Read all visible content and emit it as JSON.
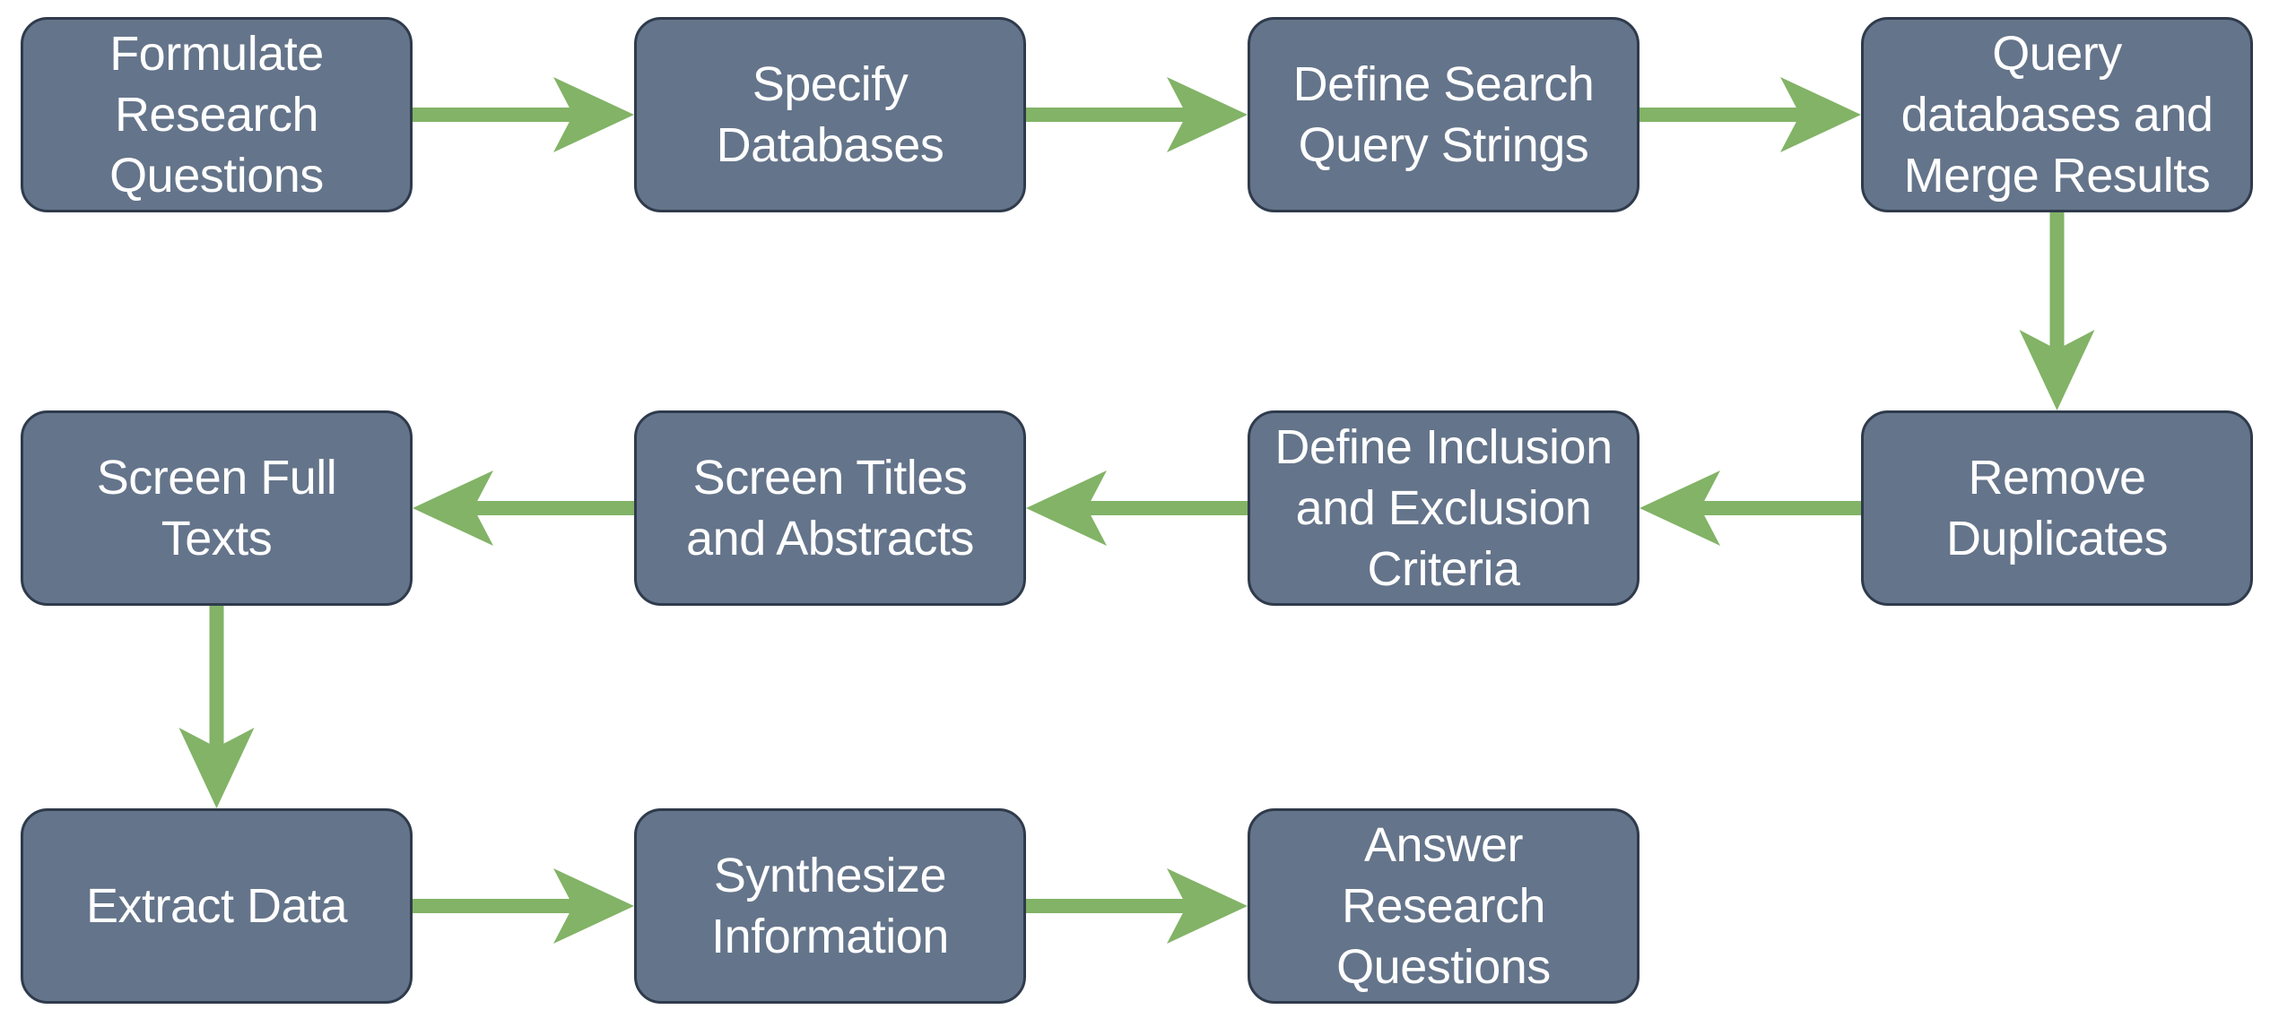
{
  "colors": {
    "node_fill": "#64748a",
    "node_border": "#2f3b4c",
    "node_text": "#ffffff",
    "arrow": "#82b366"
  },
  "steps": [
    {
      "id": "n1",
      "label": "Formulate\nResearch\nQuestions"
    },
    {
      "id": "n2",
      "label": "Specify\nDatabases"
    },
    {
      "id": "n3",
      "label": "Define Search\nQuery Strings"
    },
    {
      "id": "n4",
      "label": "Query\ndatabases and\nMerge Results"
    },
    {
      "id": "n5",
      "label": "Remove\nDuplicates"
    },
    {
      "id": "n6",
      "label": "Define Inclusion\nand Exclusion\nCriteria"
    },
    {
      "id": "n7",
      "label": "Screen Titles\nand Abstracts"
    },
    {
      "id": "n8",
      "label": "Screen Full\nTexts"
    },
    {
      "id": "n9",
      "label": "Extract Data"
    },
    {
      "id": "n10",
      "label": "Synthesize\nInformation"
    },
    {
      "id": "n11",
      "label": "Answer\nResearch\nQuestions"
    }
  ],
  "edges": [
    {
      "from": "n1",
      "to": "n2"
    },
    {
      "from": "n2",
      "to": "n3"
    },
    {
      "from": "n3",
      "to": "n4"
    },
    {
      "from": "n4",
      "to": "n5"
    },
    {
      "from": "n5",
      "to": "n6"
    },
    {
      "from": "n6",
      "to": "n7"
    },
    {
      "from": "n7",
      "to": "n8"
    },
    {
      "from": "n8",
      "to": "n9"
    },
    {
      "from": "n9",
      "to": "n10"
    },
    {
      "from": "n10",
      "to": "n11"
    }
  ]
}
